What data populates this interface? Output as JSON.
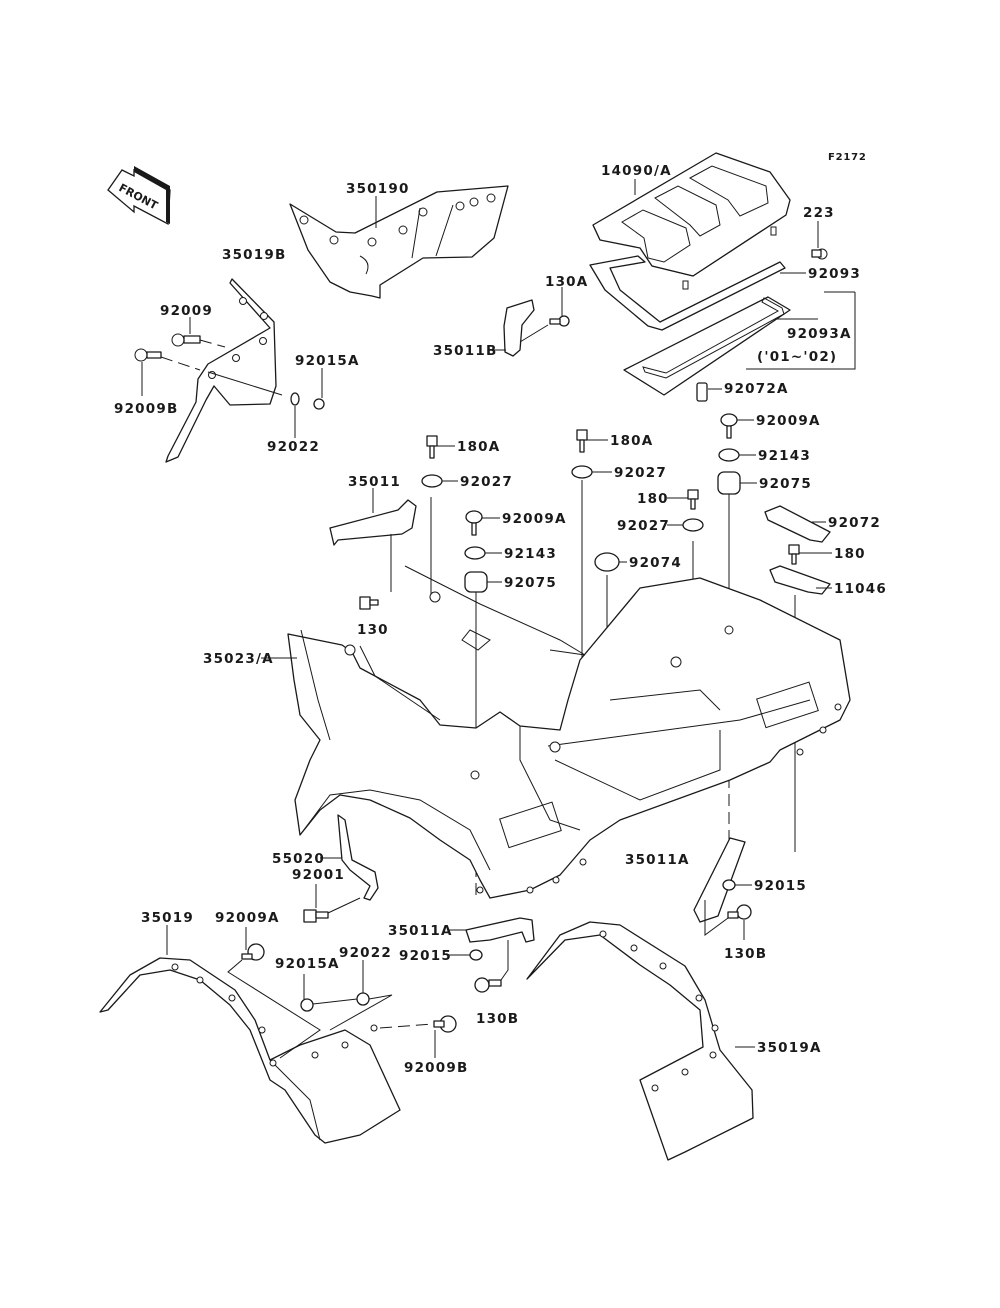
{
  "figure": {
    "id": "F2172",
    "orientation_label": "FRONT"
  },
  "parts": {
    "p350190": "350190",
    "p14090A": "14090/A",
    "p223": "223",
    "p92093": "92093",
    "p35019B": "35019B",
    "p92009": "92009",
    "p92009B_top": "92009B",
    "p92015A_top": "92015A",
    "p92022_top": "92022",
    "p130A": "130A",
    "p35011B": "35011B",
    "p92093A": "92093A",
    "p92093A_note": "('01~'02)",
    "p92072A": "92072A",
    "p180A_left": "180A",
    "p92027_left": "92027",
    "p35011": "35011",
    "p92009A_mid": "92009A",
    "p92143_mid": "92143",
    "p92075_mid": "92075",
    "p130": "130",
    "p180A_right": "180A",
    "p92027_right": "92027",
    "p180_mid": "180",
    "p92027_mid": "92027",
    "p92074": "92074",
    "p92009A_right": "92009A",
    "p92143_right": "92143",
    "p92075_right": "92075",
    "p92072": "92072",
    "p180_right": "180",
    "p11046": "11046",
    "p35023A": "35023/A",
    "p55020": "55020",
    "p92001": "92001",
    "p35011A_right": "35011A",
    "p92015_right": "92015",
    "p130B_right": "130B",
    "p35019": "35019",
    "p92009A_bottom": "92009A",
    "p92015A_bottom": "92015A",
    "p92022_bottom": "92022",
    "p35011A_center": "35011A",
    "p92015_center": "92015",
    "p130B_center": "130B",
    "p92009B_bottom": "92009B",
    "p35019A": "35019A"
  }
}
